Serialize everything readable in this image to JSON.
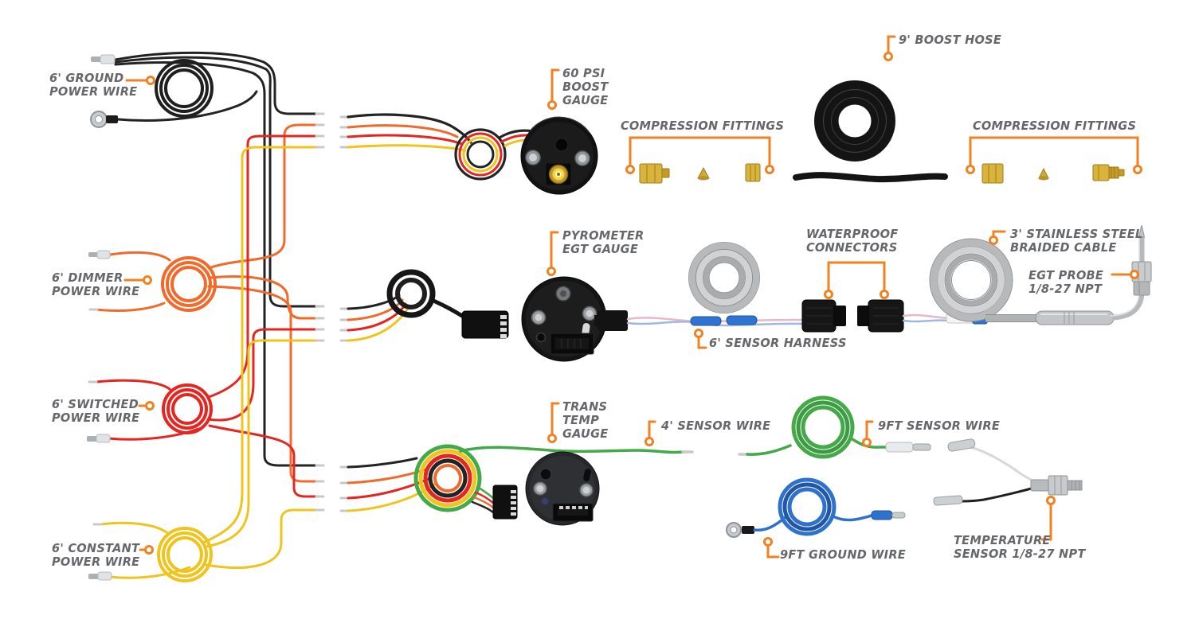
{
  "labels": {
    "ground": "6' GROUND\nPOWER WIRE",
    "dimmer": "6' DIMMER\nPOWER WIRE",
    "switched": "6' SWITCHED\nPOWER WIRE",
    "constant": "6' CONSTANT\nPOWER WIRE",
    "boost_gauge": "60 PSI\nBOOST\nGAUGE",
    "compression_fittings_1": "COMPRESSION FITTINGS",
    "boost_hose": "9' BOOST HOSE",
    "compression_fittings_2": "COMPRESSION FITTINGS",
    "pyrometer_gauge": "PYROMETER\nEGT GAUGE",
    "waterproof_connectors": "WATERPROOF\nCONNECTORS",
    "braided_cable": "3' STAINLESS STEEL\nBRAIDED CABLE",
    "egt_probe": "EGT PROBE\n1/8-27 NPT",
    "sensor_harness": "6' SENSOR HARNESS",
    "trans_gauge": "TRANS\nTEMP\nGAUGE",
    "sensor_wire_4ft": "4' SENSOR WIRE",
    "sensor_wire_9ft": "9FT SENSOR WIRE",
    "ground_wire_9ft": "9FT GROUND WIRE",
    "temp_sensor": "TEMPERATURE\nSENSOR 1/8-27 NPT"
  },
  "colors": {
    "accent_orange": "#f08221",
    "label_gray": "#66676a",
    "wire_black": "#232323",
    "wire_orange": "#f26a2b",
    "wire_red": "#e52520",
    "wire_yellow": "#eec41d",
    "wire_green": "#44a949",
    "wire_blue": "#2e72cc",
    "brass": "#d9b33c",
    "braided_silver": "#b7b9bb"
  }
}
